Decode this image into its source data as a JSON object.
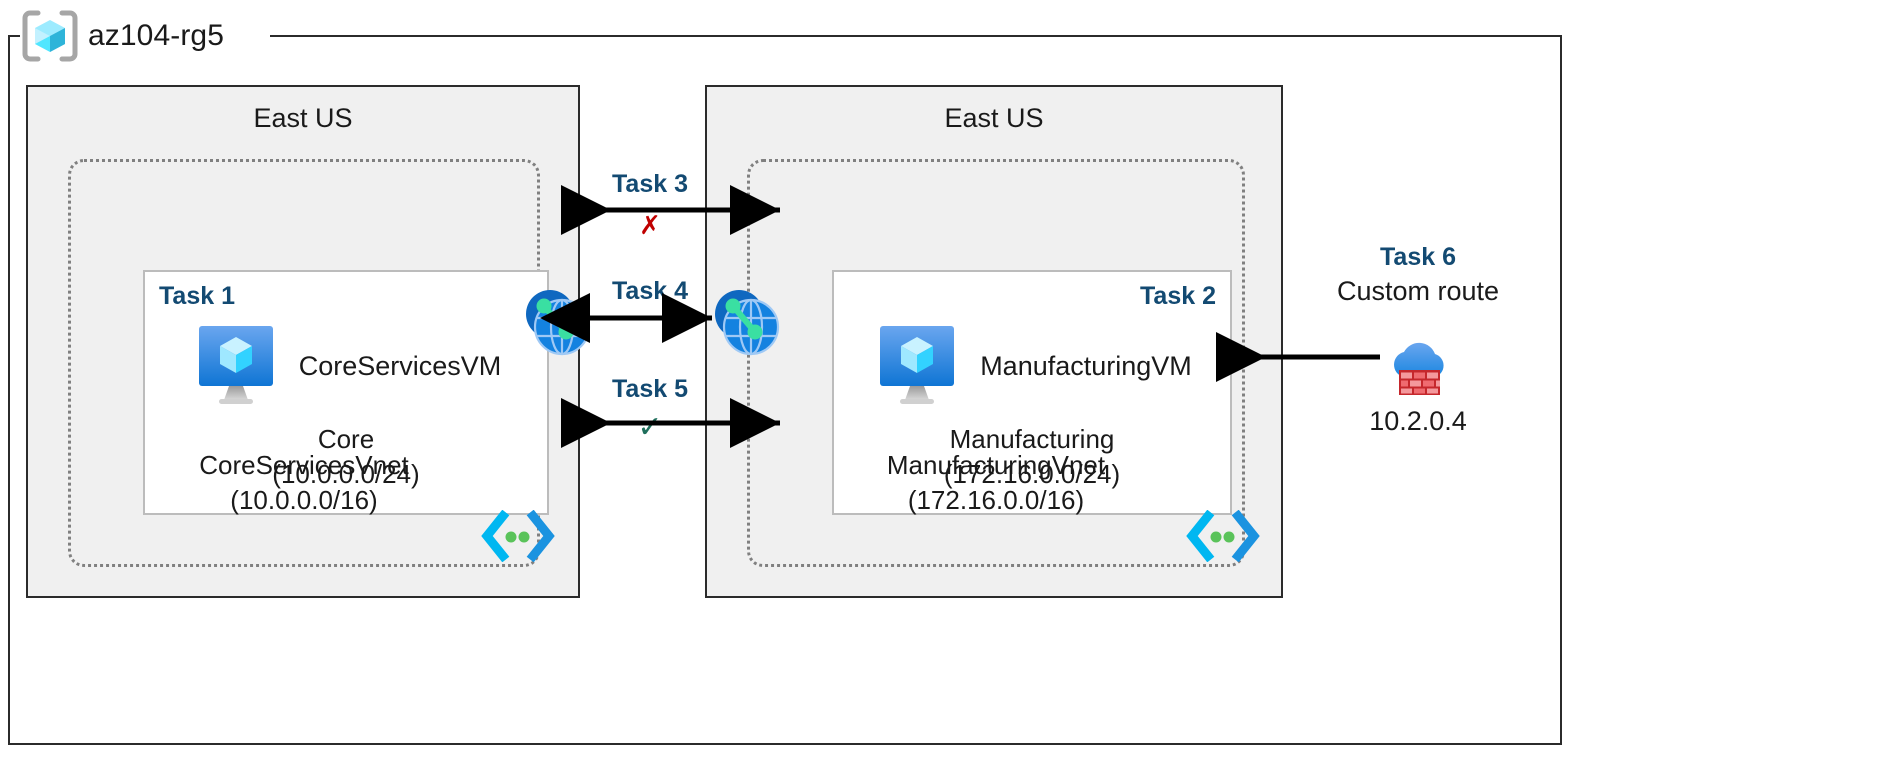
{
  "resource_group": {
    "name": "az104-rg5",
    "icon": "azure-resource-group-icon"
  },
  "regions": [
    {
      "id": "left",
      "title": "East US"
    },
    {
      "id": "right",
      "title": "East US"
    }
  ],
  "vnets": [
    {
      "id": "core",
      "name": "CoreServicesVnet",
      "cidr": "(10.0.0.0/16)",
      "icon": "code-brackets-icon",
      "subnet": {
        "task": "Task 1",
        "vm_name": "CoreServicesVM",
        "vm_icon": "virtual-machine-icon",
        "name": "Core",
        "cidr": "(10.0.0.0/24)"
      }
    },
    {
      "id": "manufacturing",
      "name": "ManufacturingVnet",
      "cidr": "(172.16.0.0/16)",
      "icon": "code-brackets-icon",
      "subnet": {
        "task": "Task 2",
        "vm_name": "ManufacturingVM",
        "vm_icon": "virtual-machine-icon",
        "name": "Manufacturing",
        "cidr": "(172.16.0.0/24)"
      }
    }
  ],
  "center_tasks": [
    {
      "label": "Task 3",
      "mark": "✗",
      "mark_type": "cross",
      "arrow": "bidirectional-split"
    },
    {
      "label": "Task 4",
      "mark": "",
      "mark_type": "none",
      "arrow": "bidirectional"
    },
    {
      "label": "Task 5",
      "mark": "✓",
      "mark_type": "check",
      "arrow": "bidirectional-split"
    }
  ],
  "peering": {
    "left_icon": "vnet-peering-icon",
    "right_icon": "vnet-peering-icon"
  },
  "custom_route": {
    "task": "Task 6",
    "label": "Custom route",
    "ip": "10.2.0.4",
    "icon": "azure-firewall-icon"
  },
  "colors": {
    "task_blue": "#134a72",
    "cross_red": "#c00000",
    "check_green": "#1f6f5c",
    "region_fill": "#f0f0f0",
    "border_dark": "#2b2b2b",
    "vnet_dotted": "#808080",
    "subnet_border": "#bcbcbc",
    "azure_blue": "#0078d4",
    "cube_cyan": "#50e6ff",
    "peer_green": "#3adfa2",
    "firewall_red": "#d13438"
  }
}
